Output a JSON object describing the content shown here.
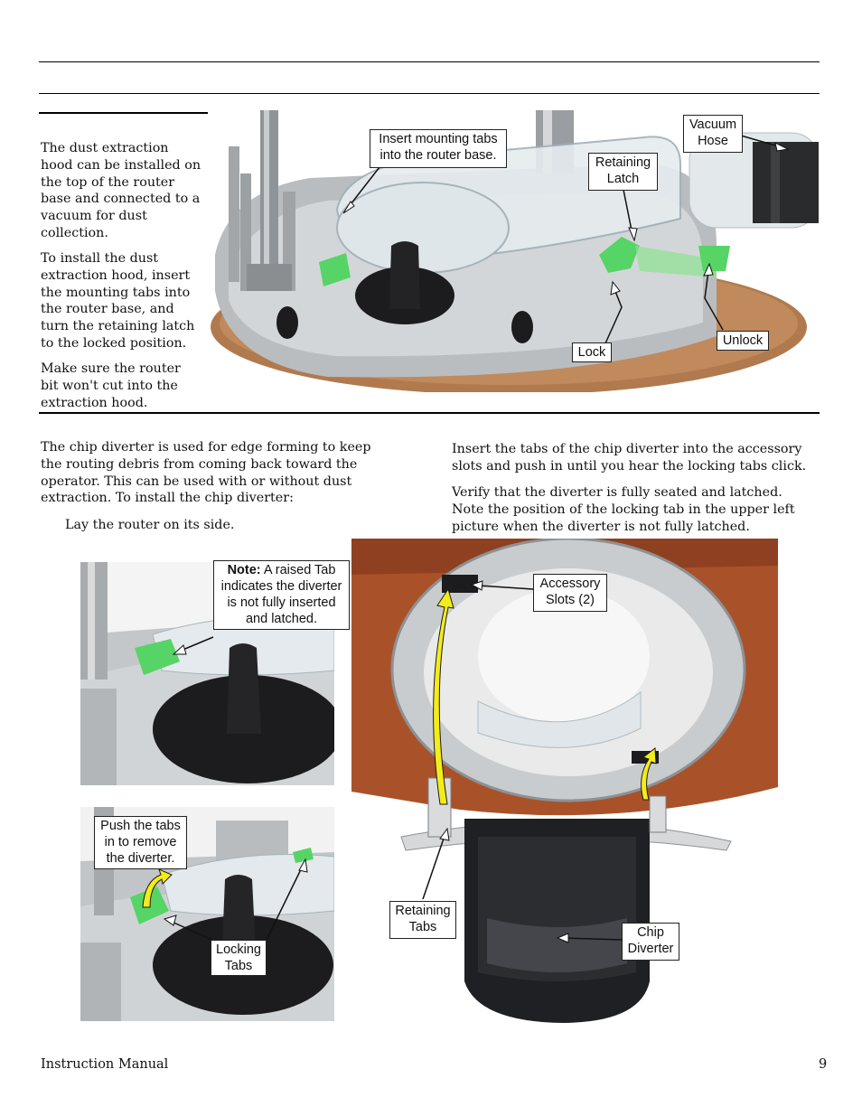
{
  "section1": {
    "paragraphs": [
      "The dust extraction hood can be installed on the top of the router base and connected to a vacuum for dust collection.",
      "To install the dust extraction hood, insert the mounting tabs into the router base, and turn the retaining latch to the locked position.",
      "Make sure the router bit won't cut into the extraction hood."
    ],
    "callouts": {
      "insert_tabs": "Insert mounting tabs\ninto the router base.",
      "retaining_latch": "Retaining\nLatch",
      "vacuum_hose": "Vacuum\nHose",
      "lock": "Lock",
      "unlock": "Unlock"
    }
  },
  "section2": {
    "left_paragraph": "The chip diverter is used for edge forming to keep the routing debris from coming back toward the operator. This can be used with or without dust extraction. To install the chip diverter:",
    "step": "Lay the router on its side.",
    "right_paragraphs": [
      "Insert the tabs of the chip diverter into the accessory slots and push in until you hear the locking tabs click.",
      "Verify that the diverter is fully seated and latched. Note the position of the locking tab in the upper left picture when the diverter is not fully latched."
    ],
    "callouts": {
      "note_bold": "Note:",
      "note_rest": " A raised Tab indicates the diverter is not fully inserted and latched.",
      "push_tabs": "Push the tabs\nin to remove\nthe diverter.",
      "locking_tabs": "Locking\nTabs",
      "accessory_slots": "Accessory\nSlots (2)",
      "retaining_tabs": "Retaining\nTabs",
      "chip_diverter": "Chip\nDiverter"
    }
  },
  "footer": {
    "left": "Instruction Manual",
    "page_number": "9"
  },
  "colors": {
    "accent_green": "#56d466",
    "arrow_yellow": "#f4ec1a",
    "metal_gray": "#bfc3c6",
    "knob_black": "#1c1c1e",
    "wood_brown": "#a9522a"
  }
}
